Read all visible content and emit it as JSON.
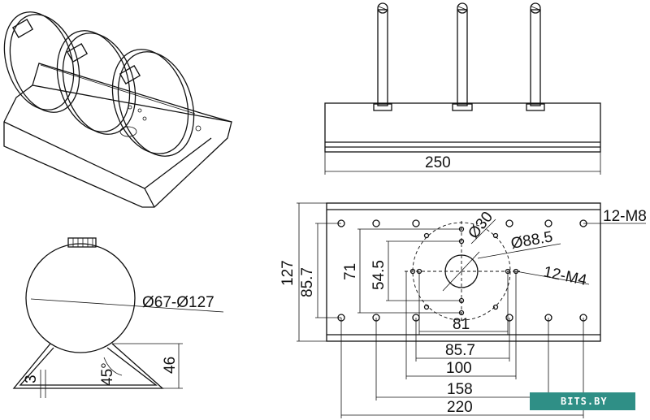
{
  "dimensions": {
    "front_width": "250",
    "clamp_range": "Ø67-Ø127",
    "angle": "45°",
    "thickness": "3",
    "height_46": "46",
    "plate_height": "127",
    "hole_span_85_7_v": "85.7",
    "hole_span_71": "71",
    "hole_span_54_5": "54.5",
    "dia_center": "Ø30",
    "dia_bolt_circle": "Ø88.5",
    "thread_m8": "12-M8",
    "thread_m4": "12-M4",
    "h_81": "81",
    "h_85_7": "85.7",
    "h_100": "100",
    "h_158": "158",
    "h_220": "220"
  },
  "watermark": {
    "text": "BITS.BY",
    "color": "#2f8f86"
  }
}
